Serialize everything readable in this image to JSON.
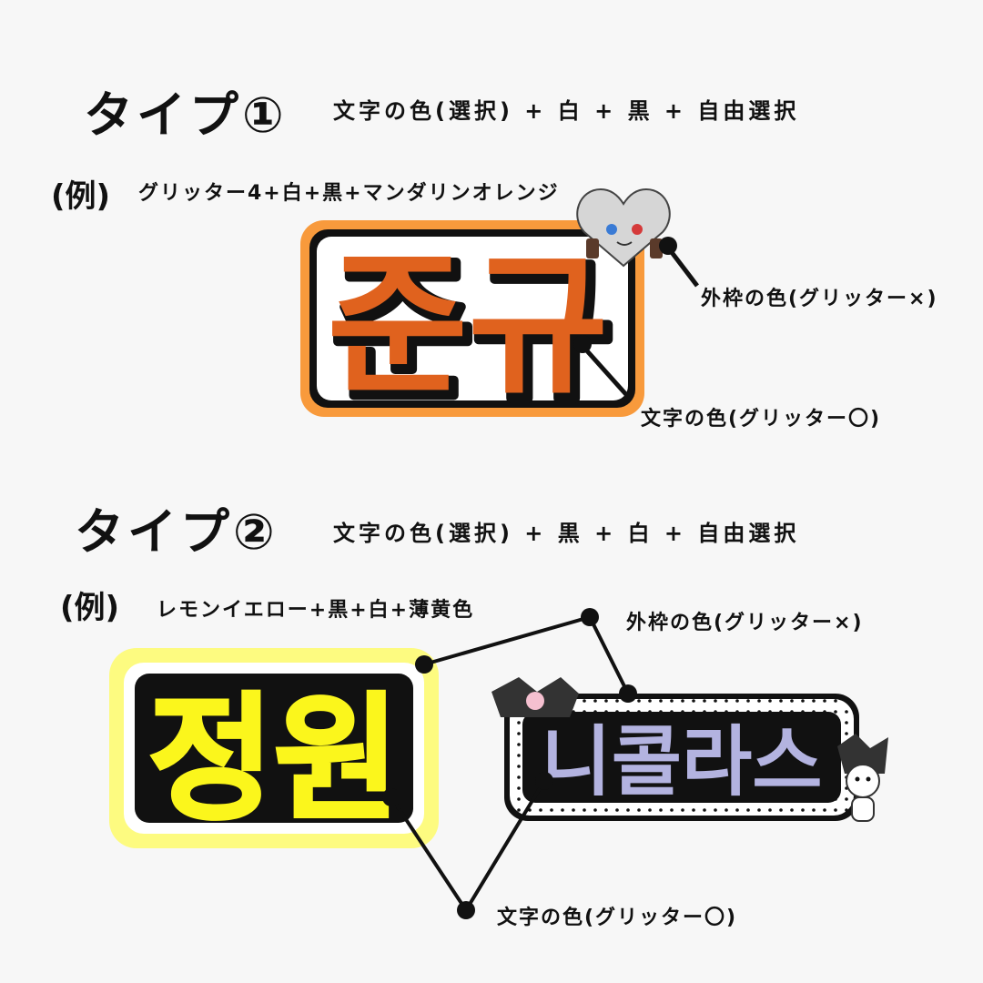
{
  "type1": {
    "title": "タイプ①",
    "formula": "文字の色(選択) + 白 + 黒 + 自由選択",
    "example_tag": "(例)",
    "example_text": "グリッター4+白+黒+マンダリンオレンジ",
    "sample_text": "준규",
    "annotation_outer": "外枠の色(グリッター×)",
    "annotation_text": "文字の色(グリッター〇)",
    "colors": {
      "text": "#e0621e",
      "outer": "#f89a3c"
    }
  },
  "type2": {
    "title": "タイプ②",
    "formula": "文字の色(選択) + 黒 + 白 + 自由選択",
    "example_tag": "(例)",
    "example_text": "レモンイエロー+黒+白+薄黄色",
    "sample_text_1": "정원",
    "sample_text_2": "니콜라스",
    "annotation_outer": "外枠の色(グリッター×)",
    "annotation_text": "文字の色(グリッター〇)",
    "colors": {
      "text1": "#fbf61c",
      "outer1": "#fdfb80",
      "text2": "#b3b3e0"
    }
  }
}
